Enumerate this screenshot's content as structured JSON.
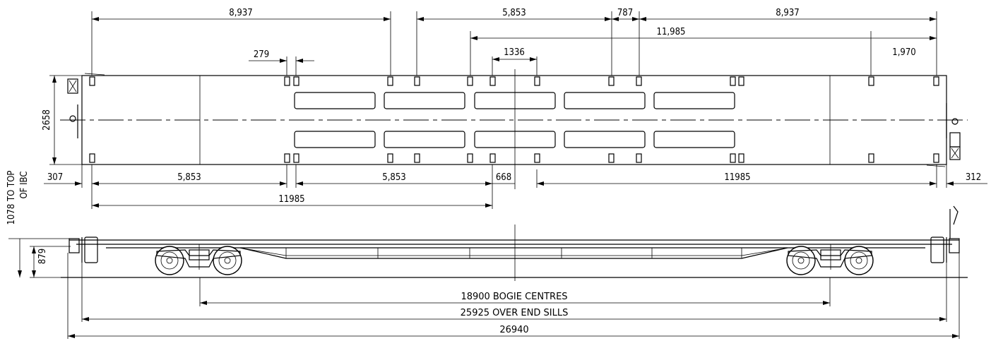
{
  "top_view": {
    "dim_top_left": "8,937",
    "dim_top_middle": "5,853",
    "dim_small_787": "787",
    "dim_top_right": "8,937",
    "dim_11985_upper": "11,985",
    "dim_1970": "1,970",
    "dim_279": "279",
    "dim_1336": "1336",
    "dim_width": "2658",
    "dim_307": "307",
    "dim_5853_left": "5,853",
    "dim_5853_right": "5,853",
    "dim_668": "668",
    "dim_11985_lower_right": "11985",
    "dim_312": "312",
    "dim_11985_lower_left": "11985"
  },
  "side_view": {
    "height_label_line1": "1078 TO TOP",
    "height_label_line2": "OF IBC",
    "deck_height": "879",
    "bogie_centres": "18900 BOGIE CENTRES",
    "over_end_sills": "25925 OVER END SILLS",
    "overall_length": "26940"
  }
}
